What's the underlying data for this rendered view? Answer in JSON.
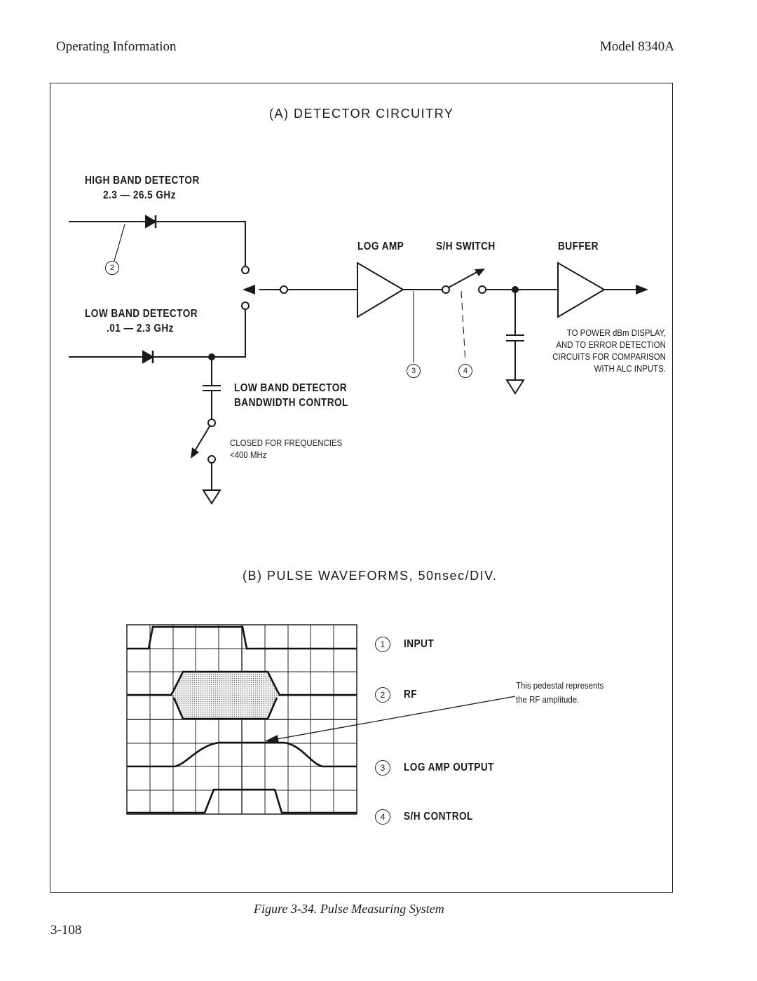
{
  "header": {
    "left": "Operating Information",
    "right": "Model 8340A"
  },
  "panel_a": {
    "title": "(A)  DETECTOR CIRCUITRY",
    "high_band": {
      "line1": "HIGH BAND DETECTOR",
      "line2": "2.3  — 26.5 GHz"
    },
    "low_band": {
      "line1": "LOW BAND DETECTOR",
      "line2": ".01  — 2.3 GHz"
    },
    "log_amp": "LOG AMP",
    "sh_switch": "S/H SWITCH",
    "buffer": "BUFFER",
    "buffer_note": [
      "TO POWER dBm DISPLAY,",
      "AND TO ERROR DETECTION",
      "CIRCUITS FOR COMPARISON",
      "WITH ALC INPUTS."
    ],
    "bw_control": {
      "line1": "LOW BAND DETECTOR",
      "line2": "BANDWIDTH CONTROL"
    },
    "closed_note": {
      "line1": "CLOSED FOR FREQUENCIES",
      "line2": "<400 MHz"
    },
    "markers": {
      "m2": "2",
      "m3": "3",
      "m4": "4"
    }
  },
  "panel_b": {
    "title": "(B)  PULSE WAVEFORMS, 50nsec/DIV.",
    "legend": [
      {
        "num": "1",
        "label": "INPUT"
      },
      {
        "num": "2",
        "label": "RF"
      },
      {
        "num": "3",
        "label": "LOG AMP OUTPUT"
      },
      {
        "num": "4",
        "label": "S/H CONTROL"
      }
    ],
    "pedestal_note": {
      "line1": "This pedestal represents",
      "line2": "the RF amplitude."
    }
  },
  "caption": "Figure 3-34.    Pulse Measuring System",
  "page_number": "3-108"
}
